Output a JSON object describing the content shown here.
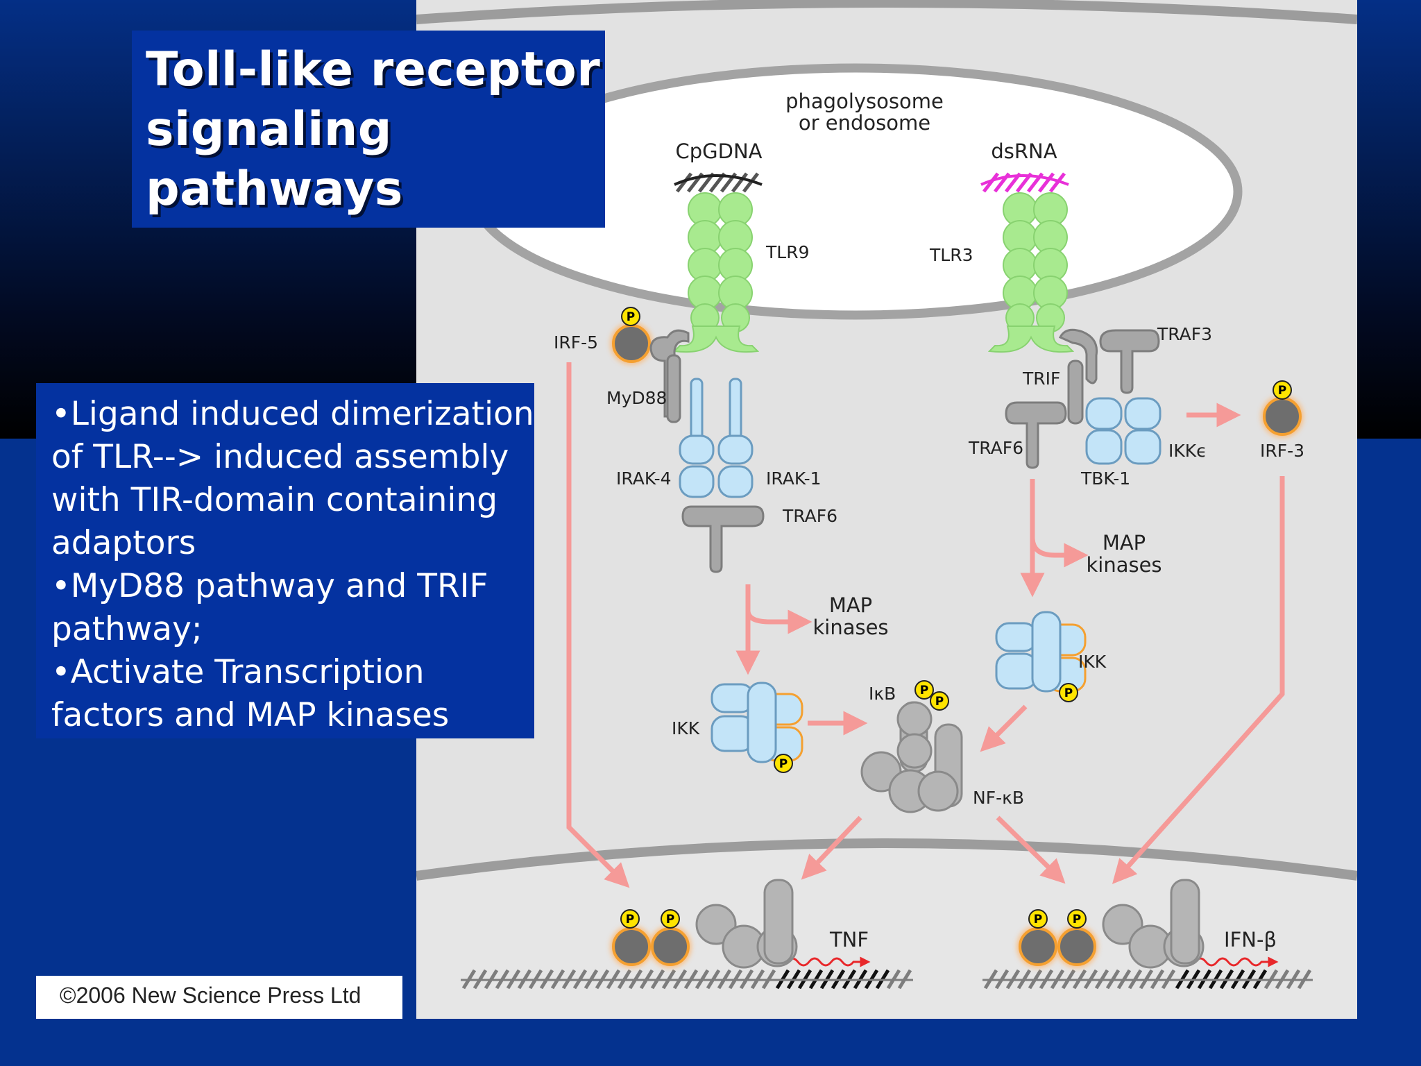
{
  "title": "Toll-like receptor signaling pathways",
  "bullets": [
    "•Ligand induced dimerization of TLR--> induced assembly with TIR-domain containing adaptors",
    "•MyD88 pathway and TRIF pathway;",
    "•Activate Transcription factors and MAP kinases"
  ],
  "copyright": "©2006 New Science Press Ltd",
  "diagram": {
    "compartment_line1": "phagolysosome",
    "compartment_line2": "or endosome",
    "ligand_left": "CpGDNA",
    "ligand_right": "dsRNA",
    "tlr9": "TLR9",
    "tlr3": "TLR3",
    "irf5": "IRF-5",
    "myd88": "MyD88",
    "irak4": "IRAK-4",
    "irak1": "IRAK-1",
    "traf6_left": "TRAF6",
    "map_left_1": "MAP",
    "map_left_2": "kinases",
    "ikk_left": "IKK",
    "ikb": "IκB",
    "nfkb": "NF-κB",
    "trif": "TRIF",
    "traf3": "TRAF3",
    "traf6_right": "TRAF6",
    "tbk1": "TBK-1",
    "ikke": "IKKϵ",
    "irf3": "IRF-3",
    "map_right_1": "MAP",
    "map_right_2": "kinases",
    "ikk_right": "IKK",
    "tnf": "TNF",
    "ifnb": "IFN-β",
    "phospho": "P"
  },
  "colors": {
    "background_blue": "#04328f",
    "tlr_green": "#a8ea8f",
    "kinase_blue": "#c3e4f8",
    "adaptor_gray": "#a7a7a7",
    "arrow_pink": "#f59a98",
    "phospho_yellow": "#ffe400",
    "dsrna_magenta": "#e830d8"
  }
}
